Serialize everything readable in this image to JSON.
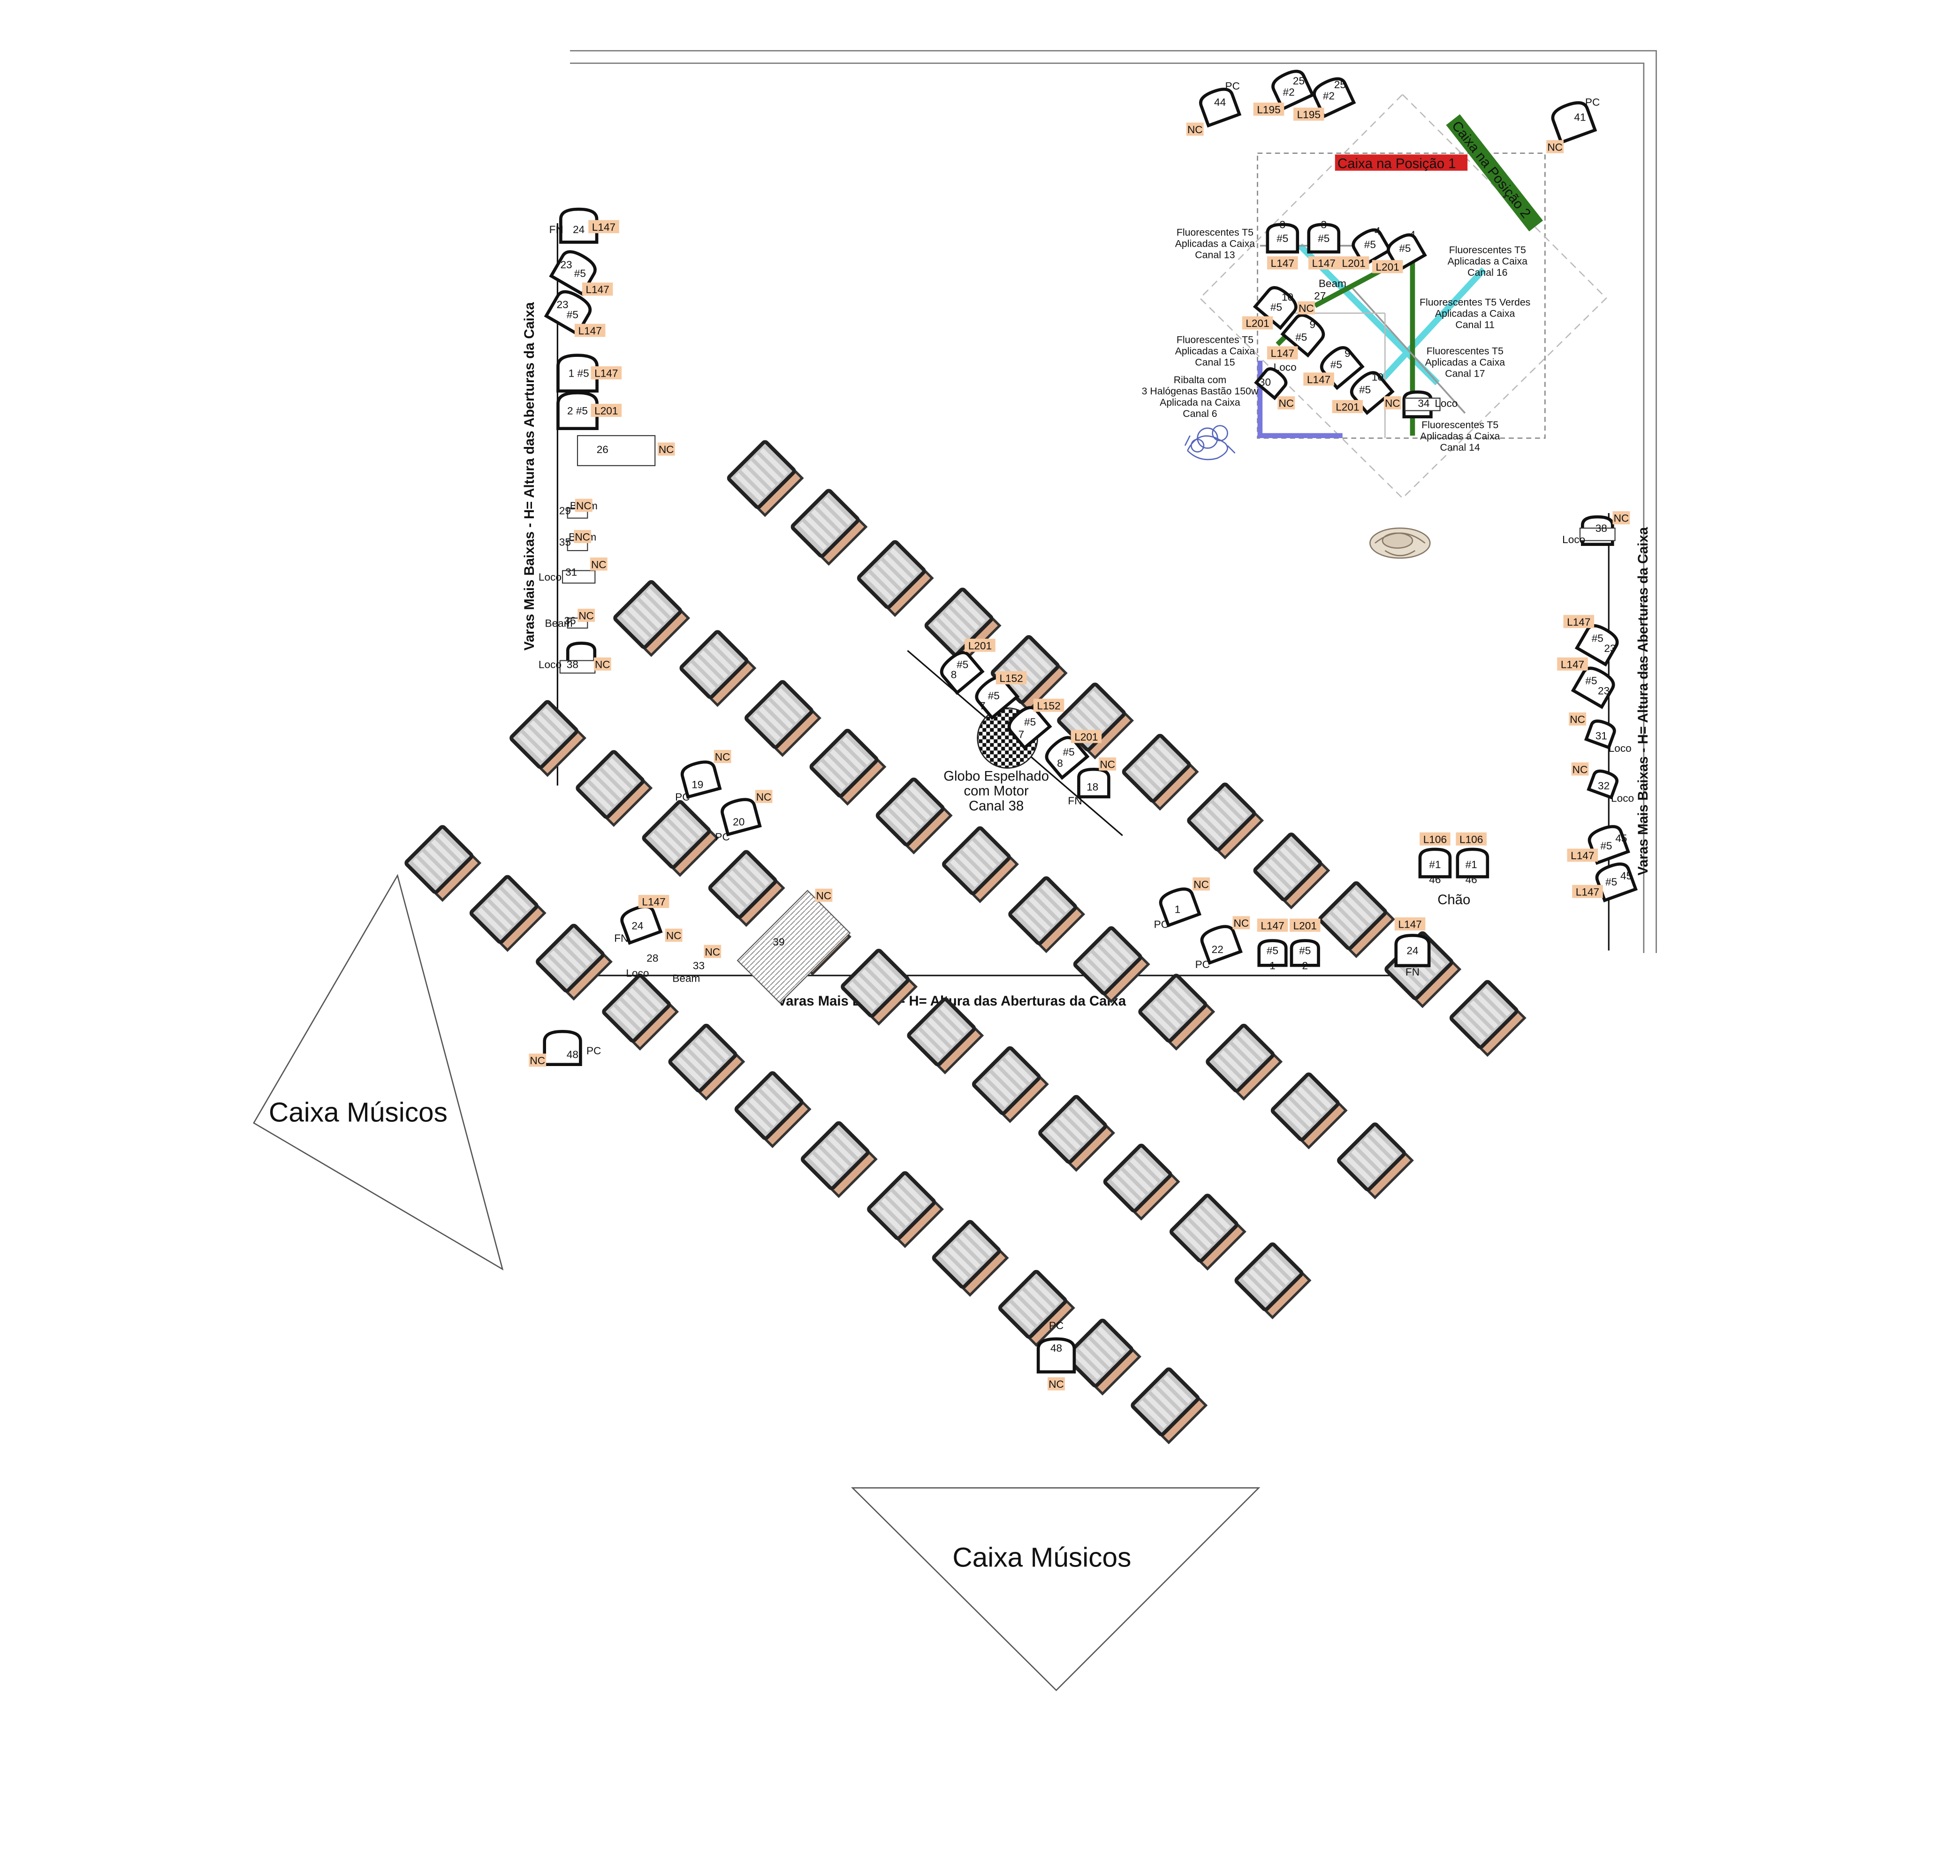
{
  "diagram": {
    "bar_labels": {
      "left": "Varas Mais Baixas - H= Altura das Aberturas da Caixa",
      "right": "Varas Mais Baixas - H= Altura das Aberturas da Caixa",
      "bottom": "Varas Mais Baixas - H= Altura das Aberturas da Caixa"
    },
    "zones": {
      "caixa_posicao_1": "Caixa na Posição 1",
      "caixa_posicao_2": "Caixa na Posição 2",
      "caixa_musicos": "Caixa Músicos",
      "chao": "Chão"
    },
    "globe": [
      "Globo Espelhado",
      "com Motor",
      "Canal 38"
    ],
    "notes": {
      "fluor_13": [
        "Fluorescentes T5",
        "Aplicadas a Caixa",
        "Canal 13"
      ],
      "fluor_15": [
        "Fluorescentes T5",
        "Aplicadas a Caixa",
        "Canal 15"
      ],
      "fluor_16": [
        "Fluorescentes T5",
        "Aplicadas a Caixa",
        "Canal 16"
      ],
      "fluor_11": [
        "Fluorescentes T5  Verdes",
        "Aplicadas a Caixa",
        "Canal 11"
      ],
      "fluor_17": [
        "Fluorescentes T5",
        "Aplicadas a Caixa",
        "Canal 17"
      ],
      "fluor_14": [
        "Fluorescentes T5",
        "Aplicadas a Caixa",
        "Canal 14"
      ],
      "ribalta": [
        "Ribalta com",
        "3 Halógenas Bastão 150w",
        "Aplicada na Caixa",
        "Canal 6"
      ]
    },
    "colors": {
      "gel_tag": "#f6c9a1",
      "red_box": "#d62222",
      "green_bar": "#2f7a1f",
      "cyan_tube": "#5fd8e0",
      "blue_rail": "#7777dd"
    },
    "labels": {
      "fixtures": [
        {
          "t": "44"
        },
        {
          "t": "PC"
        },
        {
          "t": "NC"
        },
        {
          "t": "25"
        },
        {
          "t": "#2"
        },
        {
          "t": "L195"
        },
        {
          "t": "25"
        },
        {
          "t": "#2"
        },
        {
          "t": "L195"
        },
        {
          "t": "41"
        },
        {
          "t": "PC"
        },
        {
          "t": "NC"
        },
        {
          "t": "24"
        },
        {
          "t": "FN"
        },
        {
          "t": "L147"
        },
        {
          "t": "23"
        },
        {
          "t": "#5"
        },
        {
          "t": "L147"
        },
        {
          "t": "23"
        },
        {
          "t": "#5"
        },
        {
          "t": "L147"
        },
        {
          "t": "1 #5"
        },
        {
          "t": "L147"
        },
        {
          "t": "2 #5"
        },
        {
          "t": "L201"
        },
        {
          "t": "26"
        },
        {
          "t": "NC"
        },
        {
          "t": "29"
        },
        {
          "t": "Beam"
        },
        {
          "t": "NC"
        },
        {
          "t": "35"
        },
        {
          "t": "Beam"
        },
        {
          "t": "NC"
        },
        {
          "t": "31"
        },
        {
          "t": "Loco"
        },
        {
          "t": "NC"
        },
        {
          "t": "36"
        },
        {
          "t": "Beam"
        },
        {
          "t": "NC"
        },
        {
          "t": "38"
        },
        {
          "t": "Loco"
        },
        {
          "t": "NC"
        },
        {
          "t": "3"
        },
        {
          "t": "#5"
        },
        {
          "t": "L147"
        },
        {
          "t": "3"
        },
        {
          "t": "#5"
        },
        {
          "t": "L147"
        },
        {
          "t": "4"
        },
        {
          "t": "#5"
        },
        {
          "t": "L201"
        },
        {
          "t": "4"
        },
        {
          "t": "#5"
        },
        {
          "t": "L201"
        },
        {
          "t": "10"
        },
        {
          "t": "#5"
        },
        {
          "t": "L201"
        },
        {
          "t": "27"
        },
        {
          "t": "Beam"
        },
        {
          "t": "NC"
        },
        {
          "t": "9"
        },
        {
          "t": "#5"
        },
        {
          "t": "L147"
        },
        {
          "t": "9"
        },
        {
          "t": "#5"
        },
        {
          "t": "L147"
        },
        {
          "t": "10"
        },
        {
          "t": "#5"
        },
        {
          "t": "L201"
        },
        {
          "t": "30"
        },
        {
          "t": "NC"
        },
        {
          "t": "Loco"
        },
        {
          "t": "34"
        },
        {
          "t": "Loco"
        },
        {
          "t": "NC"
        },
        {
          "t": "38"
        },
        {
          "t": "Loco"
        },
        {
          "t": "NC"
        },
        {
          "t": "#5"
        },
        {
          "t": "23"
        },
        {
          "t": "L147"
        },
        {
          "t": "#5"
        },
        {
          "t": "23"
        },
        {
          "t": "L147"
        },
        {
          "t": "31"
        },
        {
          "t": "NC"
        },
        {
          "t": "Loco"
        },
        {
          "t": "32"
        },
        {
          "t": "NC"
        },
        {
          "t": "Loco"
        },
        {
          "t": "45"
        },
        {
          "t": "#5"
        },
        {
          "t": "L147"
        },
        {
          "t": "45"
        },
        {
          "t": "#5"
        },
        {
          "t": "L147"
        },
        {
          "t": "L106"
        },
        {
          "t": "#1"
        },
        {
          "t": "46"
        },
        {
          "t": "L106"
        },
        {
          "t": "#1"
        },
        {
          "t": "46"
        },
        {
          "t": "#5"
        },
        {
          "t": "8"
        },
        {
          "t": "L201"
        },
        {
          "t": "#5"
        },
        {
          "t": "7"
        },
        {
          "t": "L152"
        },
        {
          "t": "#5"
        },
        {
          "t": "7"
        },
        {
          "t": "L152"
        },
        {
          "t": "#5"
        },
        {
          "t": "8"
        },
        {
          "t": "L201"
        },
        {
          "t": "18"
        },
        {
          "t": "NC"
        },
        {
          "t": "FN"
        },
        {
          "t": "19"
        },
        {
          "t": "NC"
        },
        {
          "t": "PC"
        },
        {
          "t": "20"
        },
        {
          "t": "NC"
        },
        {
          "t": "PC"
        },
        {
          "t": "1"
        },
        {
          "t": "NC"
        },
        {
          "t": "PC"
        },
        {
          "t": "22"
        },
        {
          "t": "NC"
        },
        {
          "t": "PC"
        },
        {
          "t": "L147"
        },
        {
          "t": "#5"
        },
        {
          "t": "1"
        },
        {
          "t": "L201"
        },
        {
          "t": "#5"
        },
        {
          "t": "2"
        },
        {
          "t": "24"
        },
        {
          "t": "L147"
        },
        {
          "t": "FN"
        },
        {
          "t": "24"
        },
        {
          "t": "L147"
        },
        {
          "t": "FN"
        },
        {
          "t": "28"
        },
        {
          "t": "NC"
        },
        {
          "t": "Loco"
        },
        {
          "t": "33"
        },
        {
          "t": "NC"
        },
        {
          "t": "Beam"
        },
        {
          "t": "39"
        },
        {
          "t": "NC"
        },
        {
          "t": "48"
        },
        {
          "t": "PC"
        },
        {
          "t": "NC"
        },
        {
          "t": "48"
        },
        {
          "t": "PC"
        },
        {
          "t": "NC"
        }
      ]
    }
  }
}
